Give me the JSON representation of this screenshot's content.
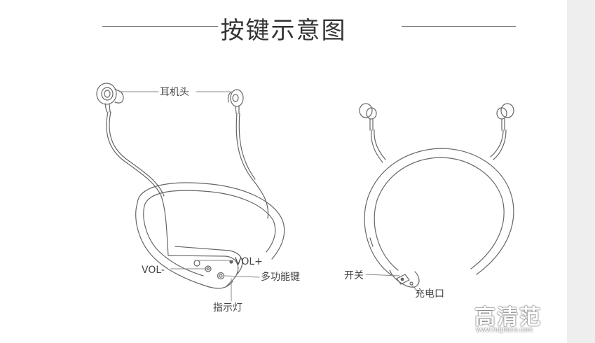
{
  "title": "按键示意图",
  "labels": {
    "earbud": "耳机头",
    "vol_plus": "VOL+",
    "vol_minus": "VOL-",
    "multi_key": "多功能键",
    "indicator": "指示灯",
    "power": "开关",
    "charge_port": "充电口"
  },
  "watermark": {
    "title": "高清范",
    "url": "www.hdpfans.com"
  },
  "colors": {
    "line": "#666666",
    "text": "#333333",
    "side_strip": "#eeeeee"
  }
}
